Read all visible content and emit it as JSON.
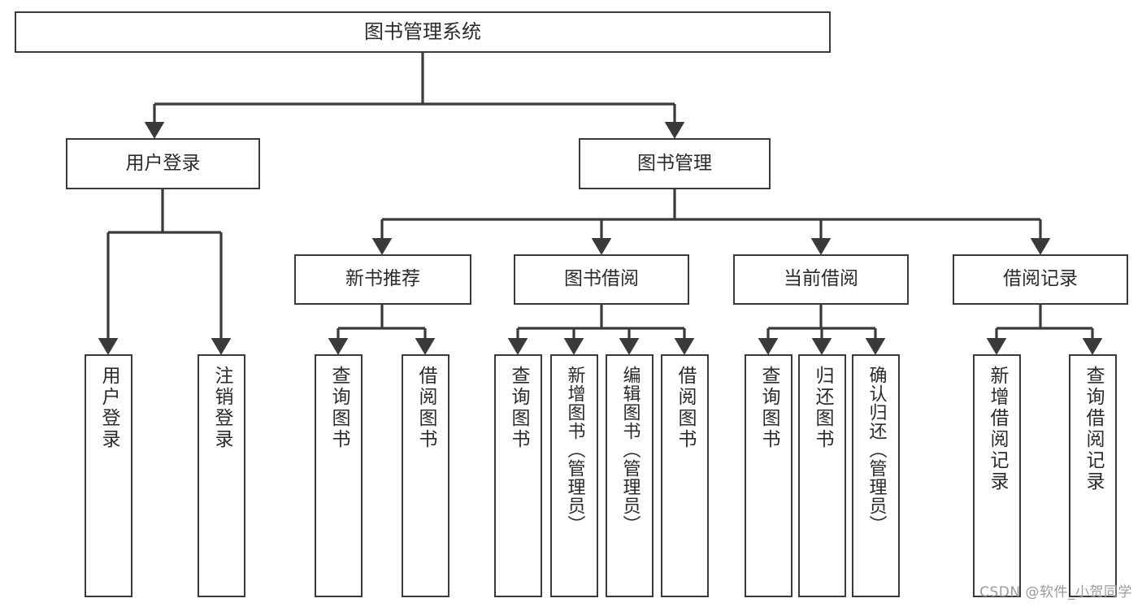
{
  "diagram": {
    "title": "图书管理系统",
    "watermark": "CSDN @软件_小贺同学",
    "stroke_color": "#3a3a3a",
    "text_color": "#2b2b2b",
    "background_color": "#ffffff",
    "watermark_color": "#9a9a9a"
  },
  "nodes": {
    "root": {
      "label": "图书管理系统"
    },
    "level1": [
      {
        "label": "用户登录"
      },
      {
        "label": "图书管理"
      }
    ],
    "level2": [
      {
        "label": "新书推荐"
      },
      {
        "label": "图书借阅"
      },
      {
        "label": "当前借阅"
      },
      {
        "label": "借阅记录"
      }
    ],
    "leaves": {
      "user_login": [
        {
          "label": "用户登录"
        },
        {
          "label": "注销登录"
        }
      ],
      "new_book_recommend": [
        {
          "label": "查询图书"
        },
        {
          "label": "借阅图书"
        }
      ],
      "book_borrow": [
        {
          "label": "查询图书"
        },
        {
          "label": "新增图书（管理员）"
        },
        {
          "label": "编辑图书（管理员）"
        },
        {
          "label": "借阅图书"
        }
      ],
      "current_borrow": [
        {
          "label": "查询图书"
        },
        {
          "label": "归还图书"
        },
        {
          "label": "确认归还（管理员）"
        }
      ],
      "borrow_record": [
        {
          "label": "新增借阅记录"
        },
        {
          "label": "查询借阅记录"
        }
      ]
    }
  }
}
